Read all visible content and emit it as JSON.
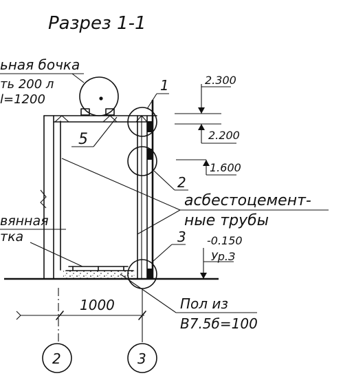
{
  "title": "Разрез 1-1",
  "labels": {
    "barrel_line1": "ьная бочка",
    "barrel_line2": "ть 200 л",
    "barrel_line3": "l=1200",
    "callout_1": "1",
    "callout_2": "2",
    "callout_3": "3",
    "callout_5": "5",
    "asbestos_line1": "асбестоцемент-",
    "asbestos_line2": "ные трубы",
    "wood_line1": "вянная",
    "wood_line2": "тка",
    "floor_line1": "Пол из",
    "floor_line2": "В7.5б=100"
  },
  "elevations": {
    "e1": "2.300",
    "e2": "2.200",
    "e3": "1.600",
    "e4": "-0.150",
    "e4_note": "Ур.З"
  },
  "dimension": "1000",
  "axes": [
    "2",
    "3"
  ]
}
